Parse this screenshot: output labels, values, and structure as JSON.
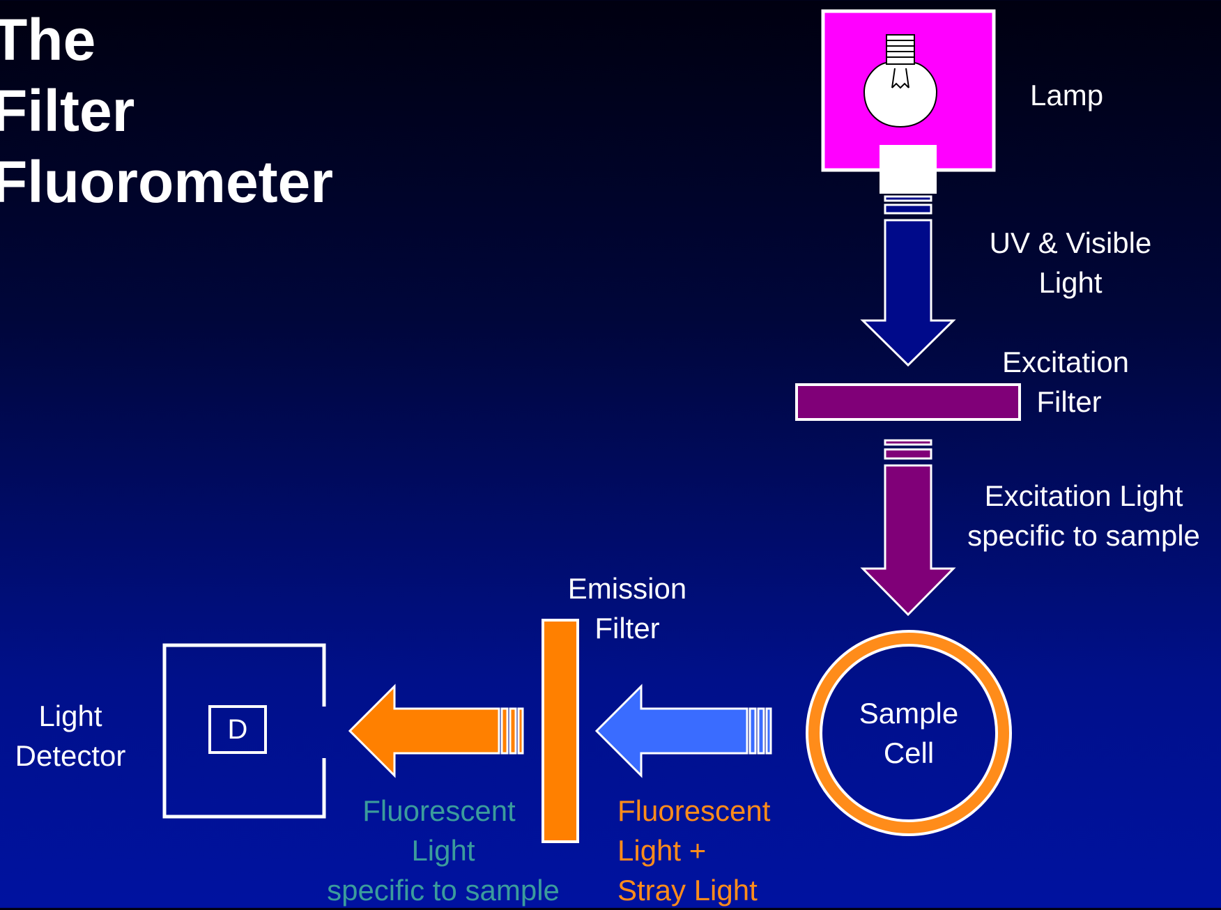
{
  "title": {
    "lines": [
      "The",
      "Filter",
      "Fluorometer"
    ]
  },
  "labels": {
    "lamp": "Lamp",
    "uv_visible": [
      "UV & Visible",
      "Light"
    ],
    "excitation_filter": [
      "Excitation",
      "Filter"
    ],
    "excitation_light": [
      "Excitation Light",
      "specific to sample"
    ],
    "emission_filter": [
      "Emission",
      "Filter"
    ],
    "sample_cell": [
      "Sample",
      "Cell"
    ],
    "light_detector": [
      "Light",
      "Detector"
    ],
    "detector_symbol": "D",
    "fluorescent_stray": [
      "Fluorescent",
      "Light +",
      "Stray Light"
    ],
    "fluorescent_specific": [
      "Fluorescent",
      "Light",
      "specific to sample"
    ]
  },
  "colors": {
    "lamp_box": "#ff00ff",
    "uv_arrow": "#000a8a",
    "excitation": "#800078",
    "sample_ring": "#ff8c1a",
    "blue_arrow": "#3a6cff",
    "orange_arrow": "#ff8000",
    "text_orange": "#ff8c1a",
    "text_teal": "#3b9c9c"
  }
}
